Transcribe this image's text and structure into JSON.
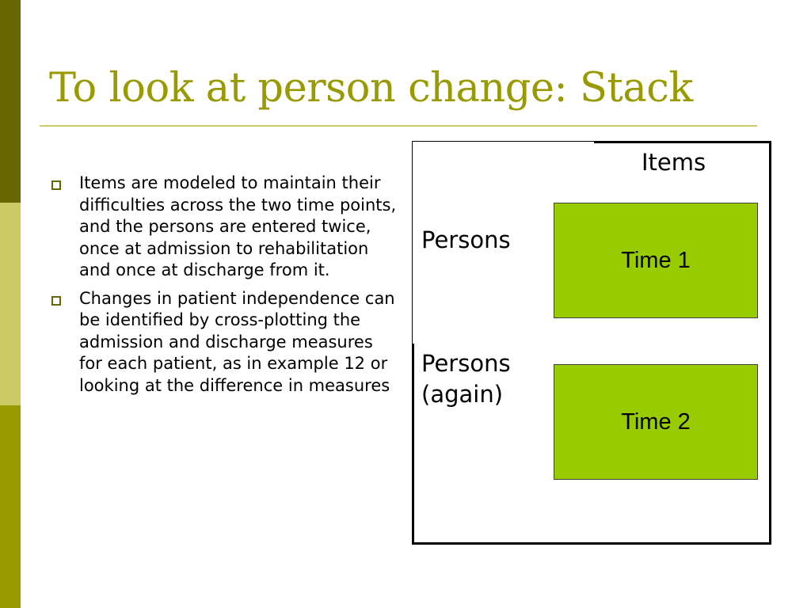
{
  "slide": {
    "title": "To look at person change: Stack",
    "bullets": [
      "Items are modeled to maintain their difficulties across the two time points, and the persons are entered twice, once at admission to rehabilitation and once at discharge from it.",
      "Changes in patient independence can be identified by cross-plotting the admission and discharge measures for each patient, as in example 12 or looking at the difference in measures"
    ],
    "diagram": {
      "items_label": "Items",
      "persons_label": "Persons",
      "persons_again_label": "Persons\n(again)",
      "time1_label": "Time 1",
      "time2_label": "Time 2",
      "box_color": "#99cc00"
    },
    "colors": {
      "title": "#999900",
      "sidebar_dark": "#666600",
      "sidebar_light": "#cccc66",
      "sidebar_mid": "#999900"
    }
  }
}
